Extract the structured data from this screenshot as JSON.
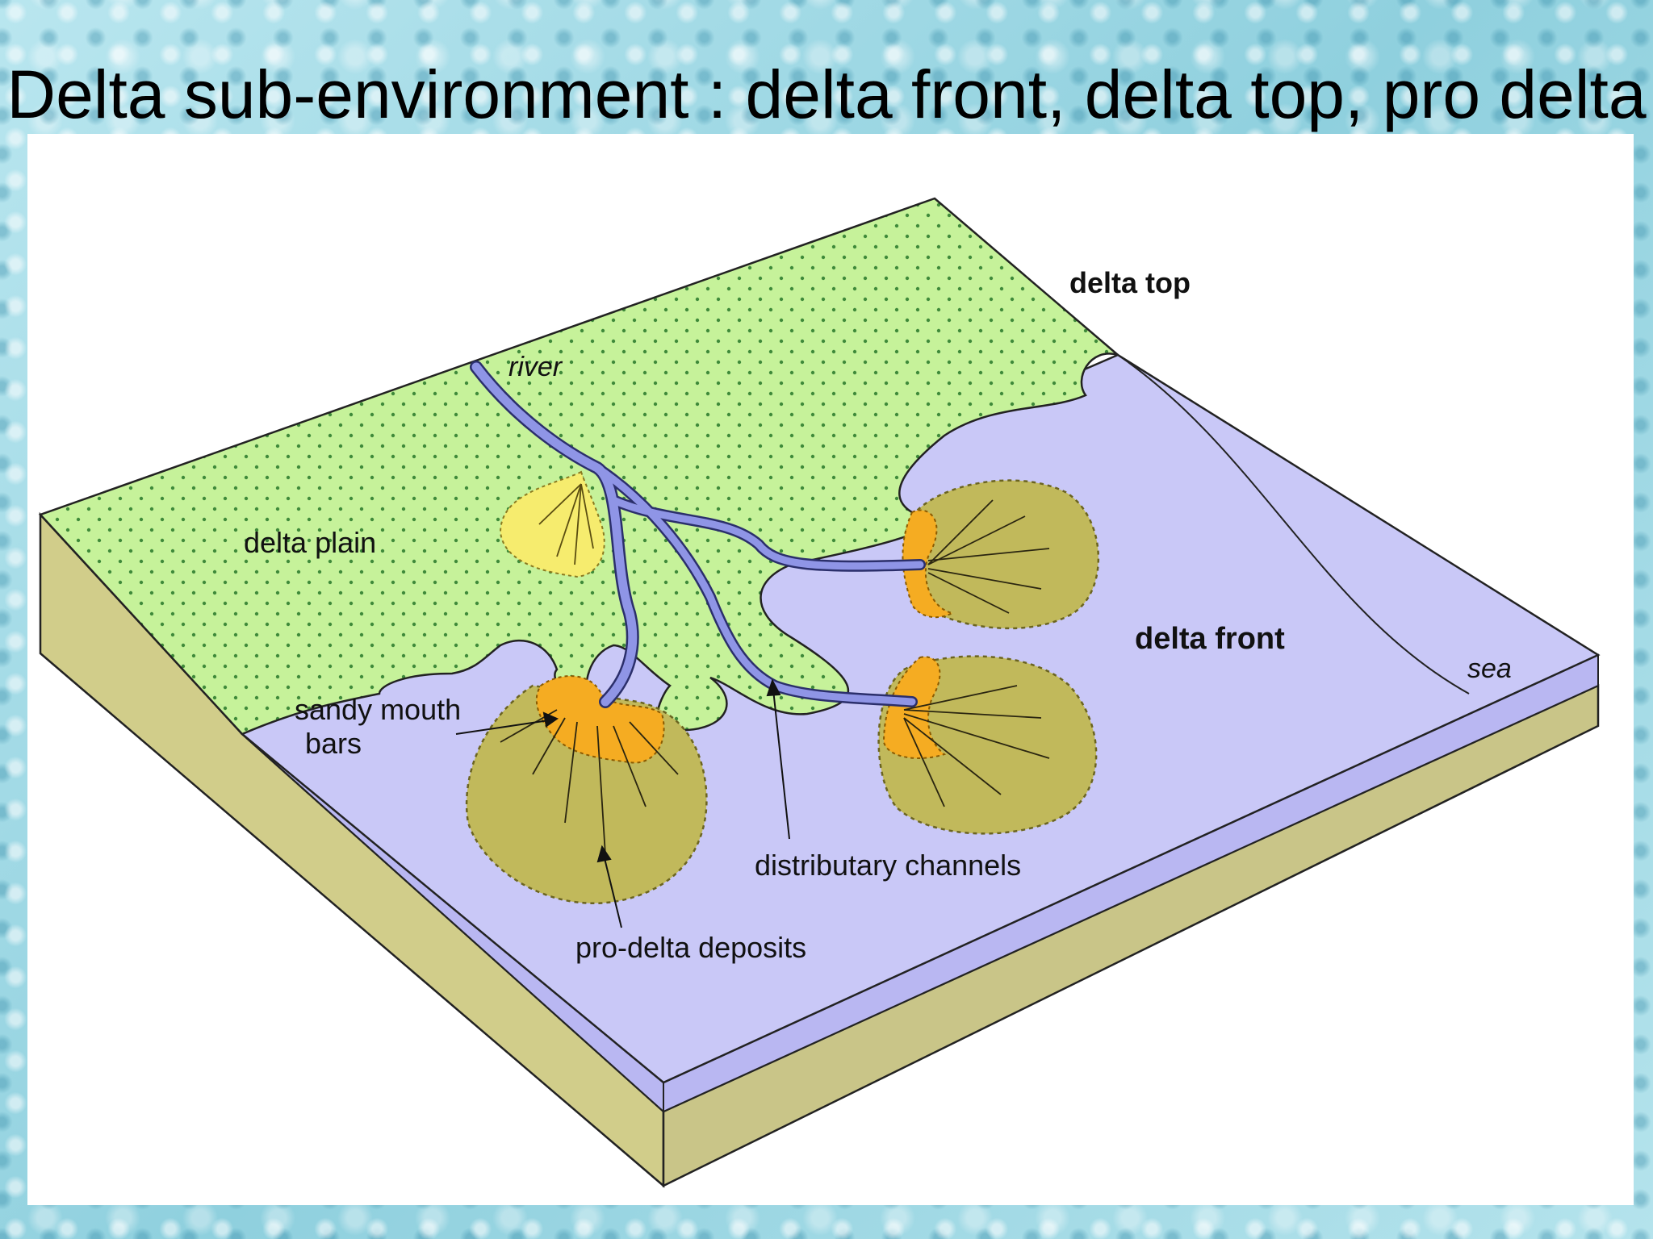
{
  "title": "Delta sub-environment : delta front, delta top, pro delta",
  "labels": {
    "delta_top": "delta top",
    "river": "river",
    "delta_plain": "delta plain",
    "delta_front": "delta front",
    "sea": "sea",
    "sandy_mouth_bars_line1": "sandy mouth",
    "sandy_mouth_bars_line2": "bars",
    "distributary_channels": "distributary channels",
    "pro_delta_deposits": "pro-delta deposits"
  },
  "colors": {
    "delta_plain": "#c6f29a",
    "sea": "#c9c8f7",
    "river": "#8f95e6",
    "mouth_bar": "#f5ac22",
    "pro_delta": "#c1b95b",
    "abandoned_lobe": "#f6ec6e",
    "block_side": "#d1cd8a"
  }
}
